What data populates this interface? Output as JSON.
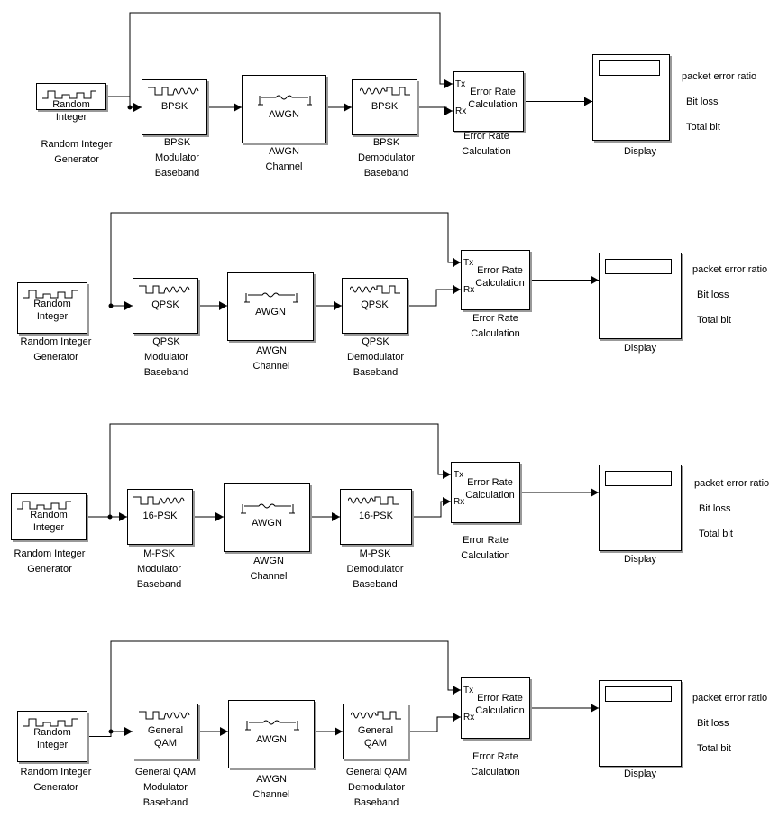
{
  "rows": [
    {
      "source": {
        "label": "Random\nInteger",
        "caption": "Random Integer\nGenerator"
      },
      "modulator": {
        "label": "BPSK",
        "caption": "BPSK\nModulator\nBaseband"
      },
      "channel": {
        "label": "AWGN",
        "caption": "AWGN\nChannel"
      },
      "demodulator": {
        "label": "BPSK",
        "caption": "BPSK\nDemodulator\nBaseband"
      },
      "error": {
        "label": "Error Rate\nCalculation",
        "caption": "Error Rate\nCalculation",
        "tx": "Tx",
        "rx": "Rx"
      },
      "display": {
        "caption": "Display"
      },
      "readouts": [
        "packet error ratio",
        "Bit loss",
        "Total bit"
      ]
    },
    {
      "source": {
        "label": "Random\nInteger",
        "caption": "Random Integer\nGenerator"
      },
      "modulator": {
        "label": "QPSK",
        "caption": "QPSK\nModulator\nBaseband"
      },
      "channel": {
        "label": "AWGN",
        "caption": "AWGN\nChannel"
      },
      "demodulator": {
        "label": "QPSK",
        "caption": "QPSK\nDemodulator\nBaseband"
      },
      "error": {
        "label": "Error Rate\nCalculation",
        "caption": "Error Rate\nCalculation",
        "tx": "Tx",
        "rx": "Rx"
      },
      "display": {
        "caption": "Display"
      },
      "readouts": [
        "packet error ratio",
        "Bit loss",
        "Total bit"
      ]
    },
    {
      "source": {
        "label": "Random\nInteger",
        "caption": "Random Integer\nGenerator"
      },
      "modulator": {
        "label": "16-PSK",
        "caption": "M-PSK\nModulator\nBaseband"
      },
      "channel": {
        "label": "AWGN",
        "caption": "AWGN\nChannel"
      },
      "demodulator": {
        "label": "16-PSK",
        "caption": "M-PSK\nDemodulator\nBaseband"
      },
      "error": {
        "label": "Error Rate\nCalculation",
        "caption": "Error Rate\nCalculation",
        "tx": "Tx",
        "rx": "Rx"
      },
      "display": {
        "caption": "Display"
      },
      "readouts": [
        "packet error ratio",
        "Bit loss",
        "Total bit"
      ]
    },
    {
      "source": {
        "label": "Random\nInteger",
        "caption": "Random Integer\nGenerator"
      },
      "modulator": {
        "label": "General\nQAM",
        "caption": "General QAM\nModulator\nBaseband"
      },
      "channel": {
        "label": "AWGN",
        "caption": "AWGN\nChannel"
      },
      "demodulator": {
        "label": "General\nQAM",
        "caption": "General QAM\nDemodulator\nBaseband"
      },
      "error": {
        "label": "Error Rate\nCalculation",
        "caption": "Error Rate\nCalculation",
        "tx": "Tx",
        "rx": "Rx"
      },
      "display": {
        "caption": "Display"
      },
      "readouts": [
        "packet error ratio",
        "Bit loss",
        "Total bit"
      ]
    }
  ]
}
